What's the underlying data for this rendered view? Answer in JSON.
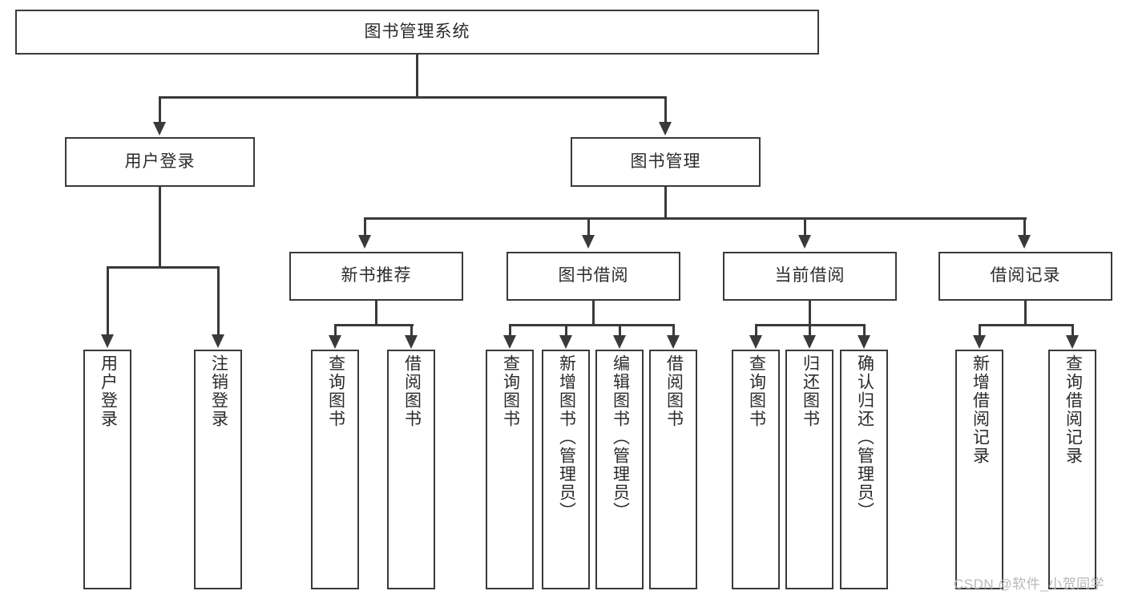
{
  "diagram": {
    "type": "tree-hierarchy-flowchart",
    "title": "图书管理系统",
    "colors": {
      "background": "#ffffff",
      "box_border": "#3a3a3a",
      "box_fill": "#ffffff",
      "text": "#2b2b2b",
      "connector": "#3a3a3a",
      "watermark": "#b9b9b9"
    },
    "levels": {
      "level1": "系统",
      "level2": "模块",
      "level3": "子模块",
      "level4": "功能"
    },
    "root": {
      "label": "图书管理系统",
      "children": [
        {
          "label": "用户登录",
          "children": [
            {
              "label": "用户登录"
            },
            {
              "label": "注销登录"
            }
          ]
        },
        {
          "label": "图书管理",
          "children": [
            {
              "label": "新书推荐",
              "children": [
                {
                  "label": "查询图书"
                },
                {
                  "label": "借阅图书"
                }
              ]
            },
            {
              "label": "图书借阅",
              "children": [
                {
                  "label": "查询图书"
                },
                {
                  "label": "新增图书（管理员）"
                },
                {
                  "label": "编辑图书（管理员）"
                },
                {
                  "label": "借阅图书"
                }
              ]
            },
            {
              "label": "当前借阅",
              "children": [
                {
                  "label": "查询图书"
                },
                {
                  "label": "归还图书"
                },
                {
                  "label": "确认归还（管理员）"
                }
              ]
            },
            {
              "label": "借阅记录",
              "children": [
                {
                  "label": "新增借阅记录"
                },
                {
                  "label": "查询借阅记录"
                }
              ]
            }
          ]
        }
      ]
    },
    "nodes": {
      "root": "图书管理系统",
      "user_login": "用户登录",
      "book_manage": "图书管理",
      "new_book_rec": "新书推荐",
      "book_borrow": "图书借阅",
      "current_borrow": "当前借阅",
      "borrow_record": "借阅记录",
      "leaf_user_login": "用户登录",
      "leaf_logout": "注销登录",
      "leaf_rec_query": "查询图书",
      "leaf_rec_borrow": "借阅图书",
      "leaf_bb_query": "查询图书",
      "leaf_bb_add": "新增图书（管理员）",
      "leaf_bb_edit": "编辑图书（管理员）",
      "leaf_bb_borrow": "借阅图书",
      "leaf_cb_query": "查询图书",
      "leaf_cb_return": "归还图书",
      "leaf_cb_confirm": "确认归还（管理员）",
      "leaf_br_add": "新增借阅记录",
      "leaf_br_query": "查询借阅记录"
    }
  },
  "watermark": {
    "text": "CSDN @软件_小贺同学"
  }
}
